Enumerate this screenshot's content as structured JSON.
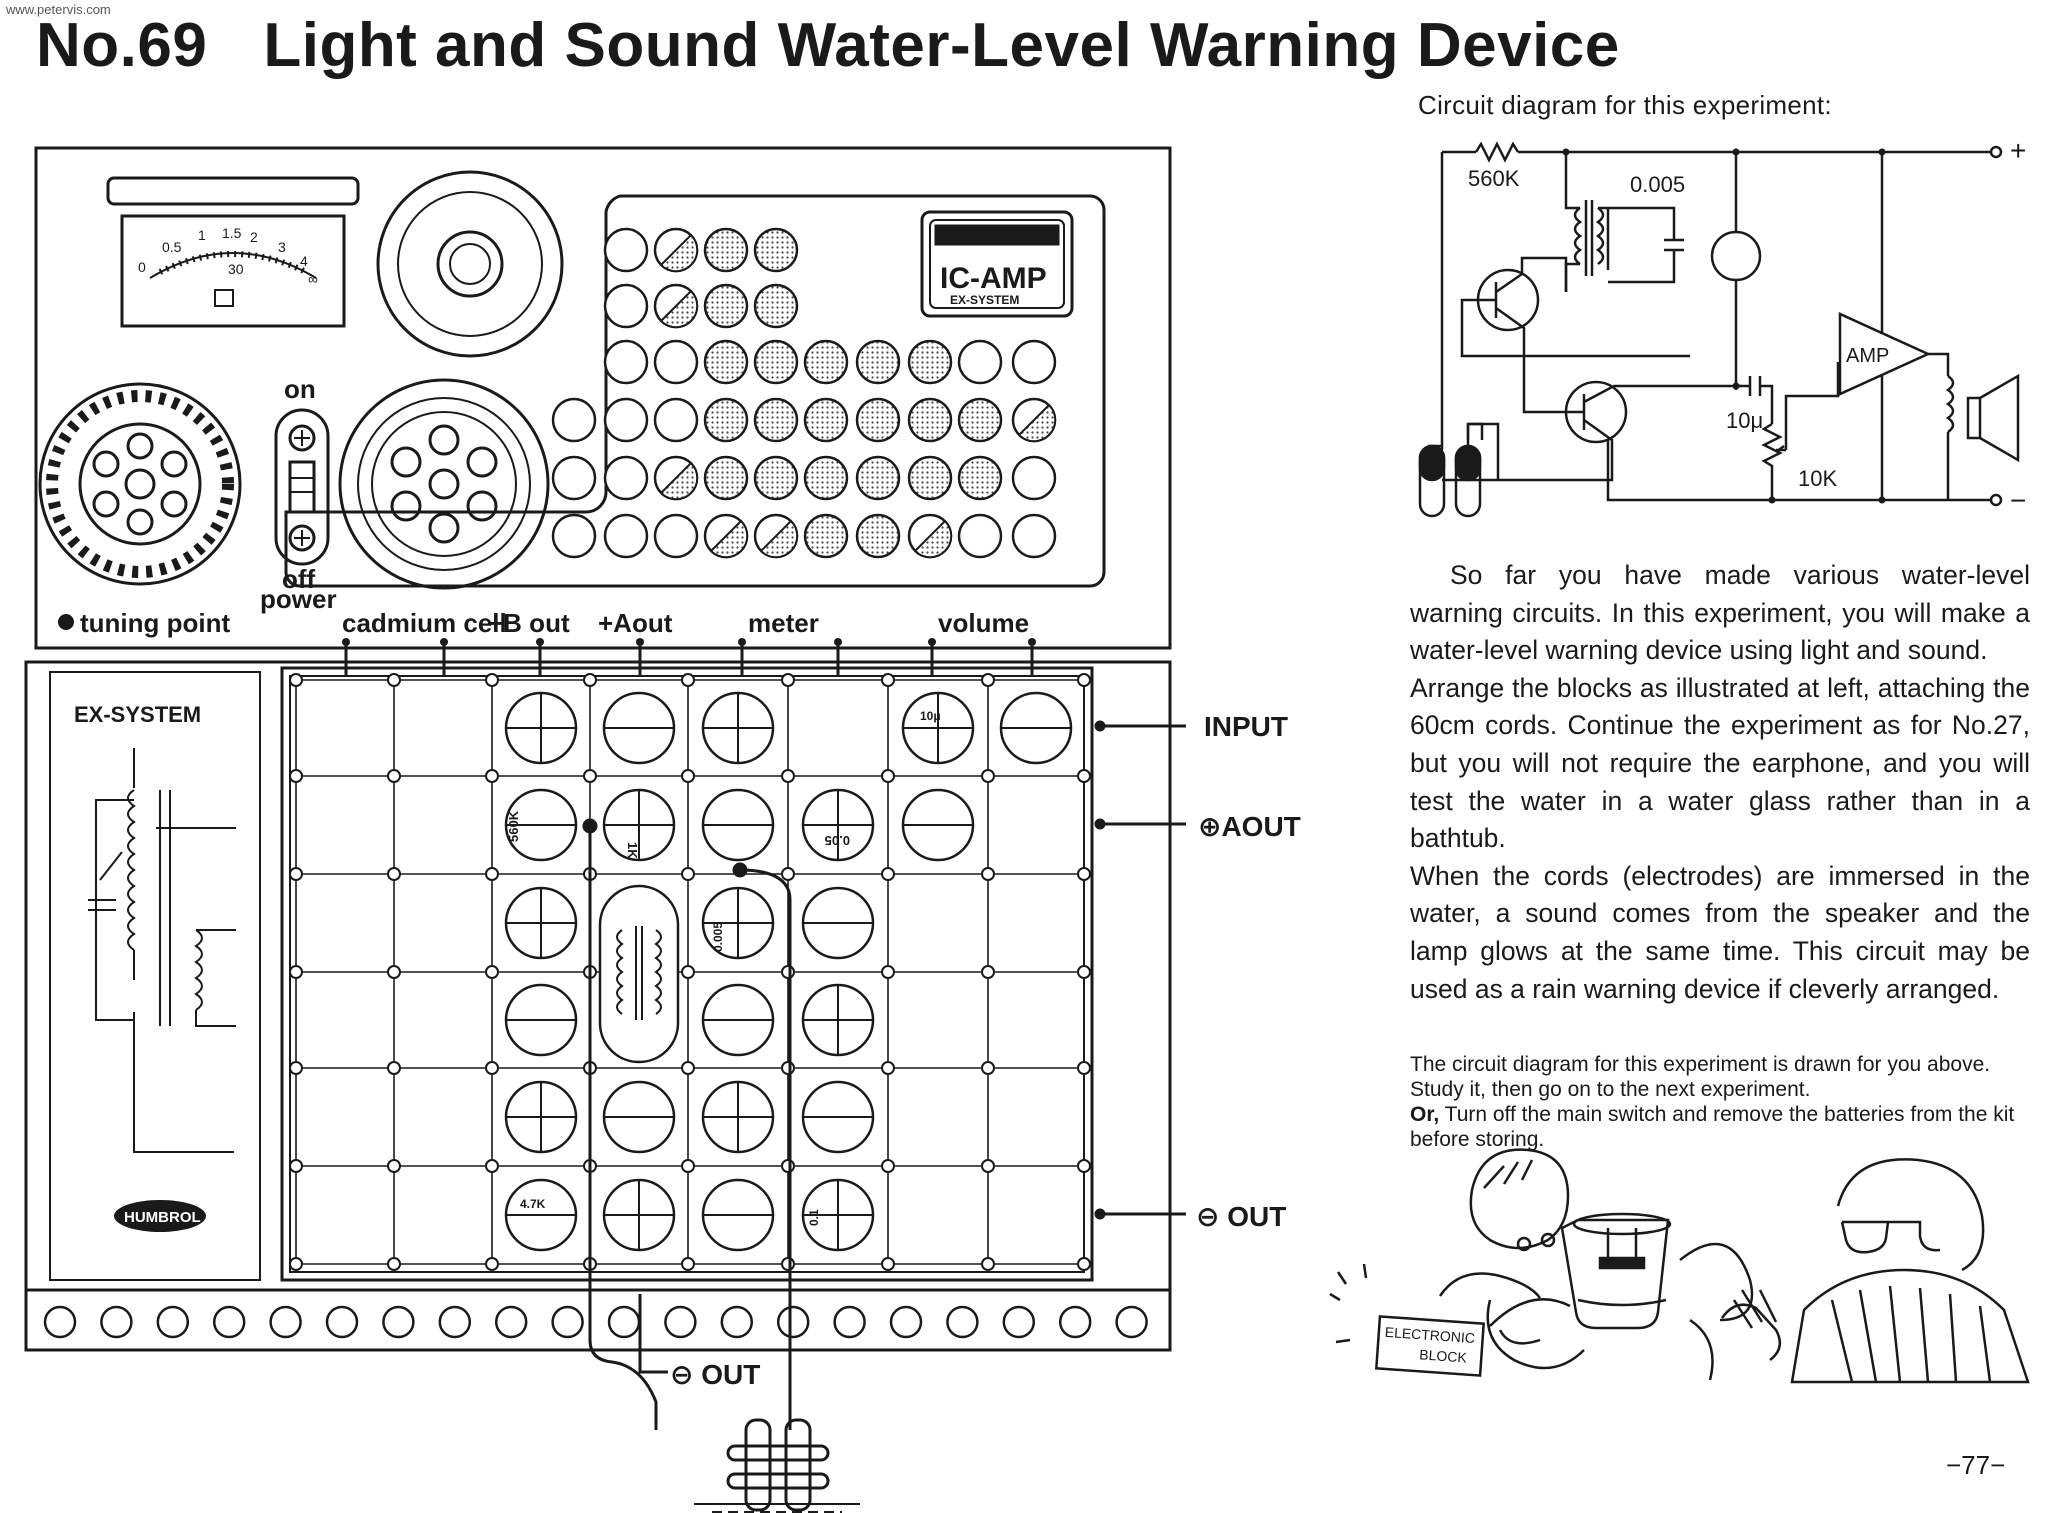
{
  "watermark": "www.petervis.com",
  "title": {
    "number": "No.69",
    "text": "Light and Sound Water-Level Warning Device"
  },
  "kit": {
    "meter_scale": [
      "0",
      "0.5",
      "1",
      "1.5",
      "2",
      "3",
      "4",
      "∞"
    ],
    "meter_small": "30",
    "ic_amp_label": "IC-AMP",
    "ic_amp_sub": "EX-SYSTEM",
    "switch_on": "on",
    "switch_off": "off",
    "power": "power",
    "tuning_point": "tuning point",
    "terminal_labels": [
      "cadmium cell",
      "+B out",
      "+Aout",
      "meter",
      "volume"
    ],
    "ex_system": "EX-SYSTEM",
    "brand": "HUMBROL",
    "side_labels": {
      "input": "INPUT",
      "aout": "⊕AOUT",
      "out": "⊖ OUT",
      "bottom_out": "⊖ OUT"
    },
    "block_labels": {
      "res560k": "560K",
      "res1k": "1K",
      "cap005": "0.05",
      "cap10u": "10μ",
      "cap0005": "0.005",
      "res47k": "4.7K",
      "cap01": "0.1"
    }
  },
  "circuit": {
    "caption": "Circuit diagram for this experiment:",
    "r1": "560K",
    "c1": "0.005",
    "c2": "10μ",
    "vr": "10K",
    "amp": "AMP",
    "plus": "+",
    "minus": "−"
  },
  "body": {
    "p1": "So far you have made various water-level warning circuits. In this experiment, you will make a water-level warning device using light and sound.",
    "p2": "Arrange the blocks as illustrated at left, attaching the 60cm cords. Continue the experiment as for No.27, but you will not require the earphone, and you will test the water in a water glass rather than in a bathtub.",
    "p3": "When the cords (electrodes) are immersed in the water, a sound comes from the speaker and the lamp glows at the same time. This circuit may be used as a rain warning device if cleverly arranged.",
    "foot1": "The circuit diagram for this experiment is drawn for you above. Study it, then go on to the next experiment.",
    "foot2_bold": "Or,",
    "foot2": " Turn off the main switch and remove the batteries from the kit before storing."
  },
  "cartoon": {
    "box_label": "ELECTRONIC BLOCK"
  },
  "page_number": "−77−"
}
